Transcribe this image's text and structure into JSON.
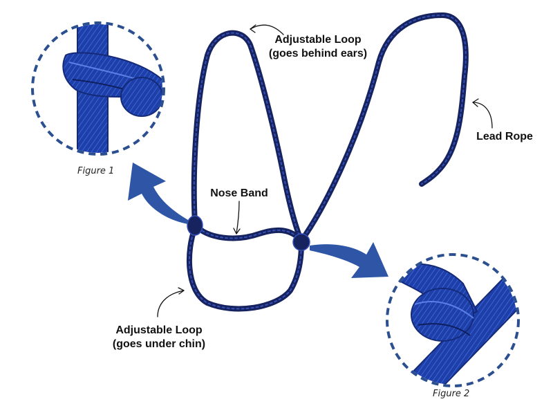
{
  "labels": {
    "adjustable_loop_top_line1": "Adjustable Loop",
    "adjustable_loop_top_line2": "(goes behind ears)",
    "lead_rope": "Lead Rope",
    "nose_band": "Nose Band",
    "adjustable_loop_bottom_line1": "Adjustable Loop",
    "adjustable_loop_bottom_line2": "(goes under chin)"
  },
  "figures": {
    "figure1_caption": "Figure 1",
    "figure2_caption": "Figure 2"
  },
  "colors": {
    "rope": "#1a2a6e",
    "rope_highlight": "#3550b8",
    "knot_closeup": "#1e3fa8",
    "arrow": "#2e55a6",
    "dashed_circle": "#2b4f8f"
  }
}
